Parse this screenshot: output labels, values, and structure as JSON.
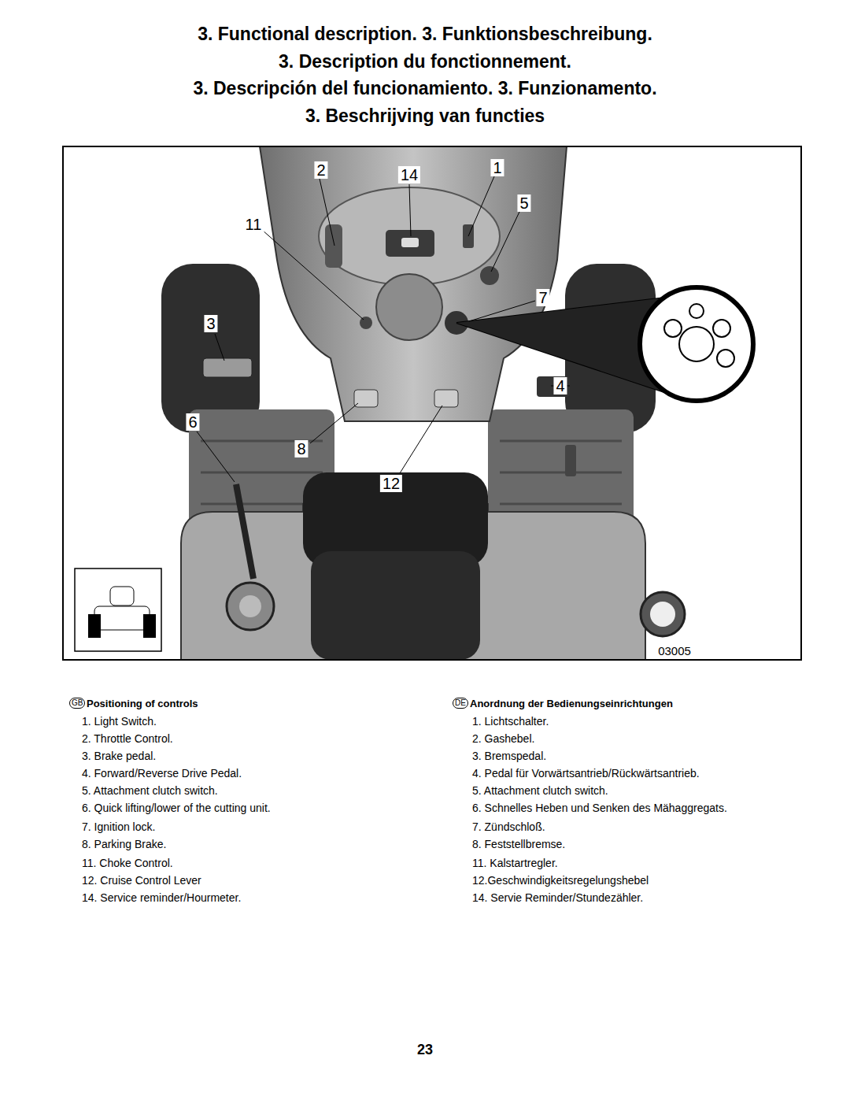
{
  "diagram": {
    "title": "3. Functional description. 3. Funktionsbeschreibung.",
    "labels": [
      "3. Description du fonctionnement.",
      "3. Descripción del funcionamiento. 3. Funzionamento.",
      "3. Beschrijving van functies",
      "2",
      "14",
      "1",
      "5",
      "11",
      "7",
      "3",
      "4",
      "6",
      "8",
      "12",
      "03005",
      "GB",
      "Positioning of controls",
      "1. Light Switch.",
      "2. Throttle Control.",
      "3. Brake pedal.",
      "4. Forward/Reverse Drive Pedal.",
      "5. Attachment clutch switch.",
      "6. Quick lifting/lower of the cutting unit.",
      "7. Ignition lock.",
      "8. Parking Brake.",
      "11. Choke Control.",
      "12. Cruise Control Lever",
      "14. Service reminder/Hourmeter.",
      "DE",
      "Anordnung der Bedienungseinrichtungen",
      "1. Lichtschalter.",
      "2. Gashebel.",
      "3. Bremspedal.",
      "4. Pedal für Vorwärtsantrieb/Rückwärtsantrieb.",
      "5. Attachment clutch switch.",
      "6. Schnelles Heben und Senken des Mähaggregats.",
      "7. Zündschloß.",
      "8. Feststellbremse.",
      "11. Kalstartregler.",
      "12.Geschwindigkeitsregelungshebel",
      "14. Servie Reminder/Stundezähler.",
      "23"
    ]
  }
}
